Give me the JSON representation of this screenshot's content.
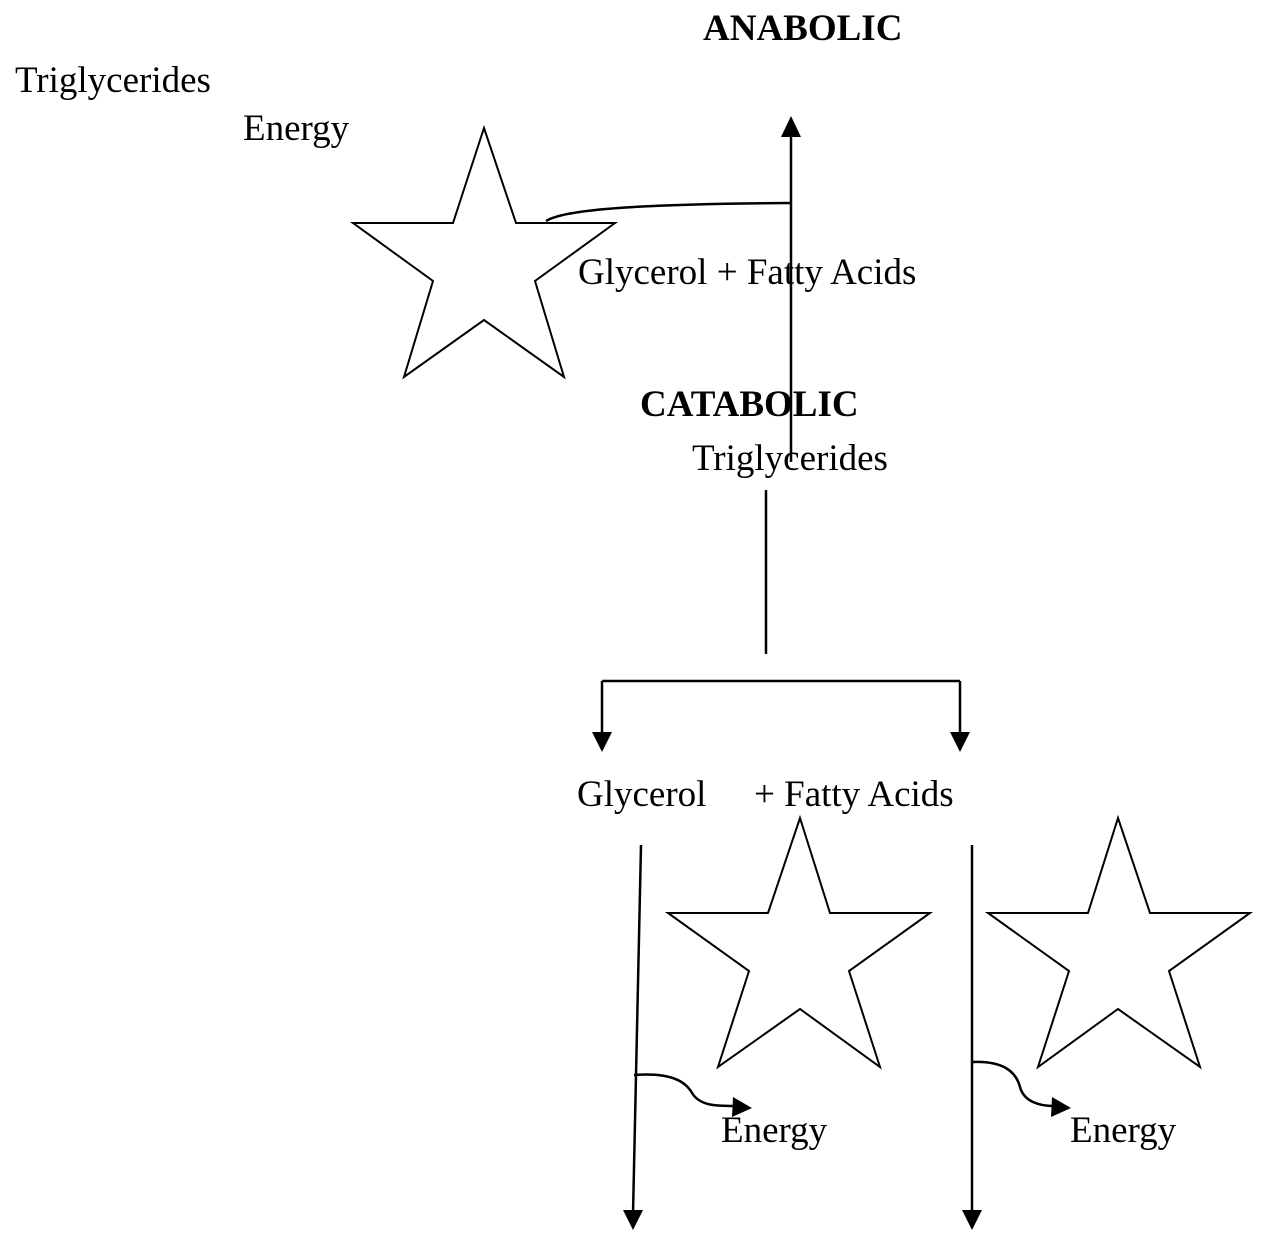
{
  "anabolic": {
    "heading": "ANABOLIC",
    "product": "Triglycerides",
    "energy": "Energy",
    "reactants": "Glycerol + Fatty Acids"
  },
  "catabolic": {
    "heading": "CATABOLIC",
    "reactant": "Triglycerides",
    "glycerol": "Glycerol",
    "fatty_acids": "+ Fatty Acids",
    "energy_glycerol": "Energy",
    "energy_fatty_acids": "Energy"
  },
  "colors": {
    "ink": "#000000",
    "background": "#ffffff"
  }
}
